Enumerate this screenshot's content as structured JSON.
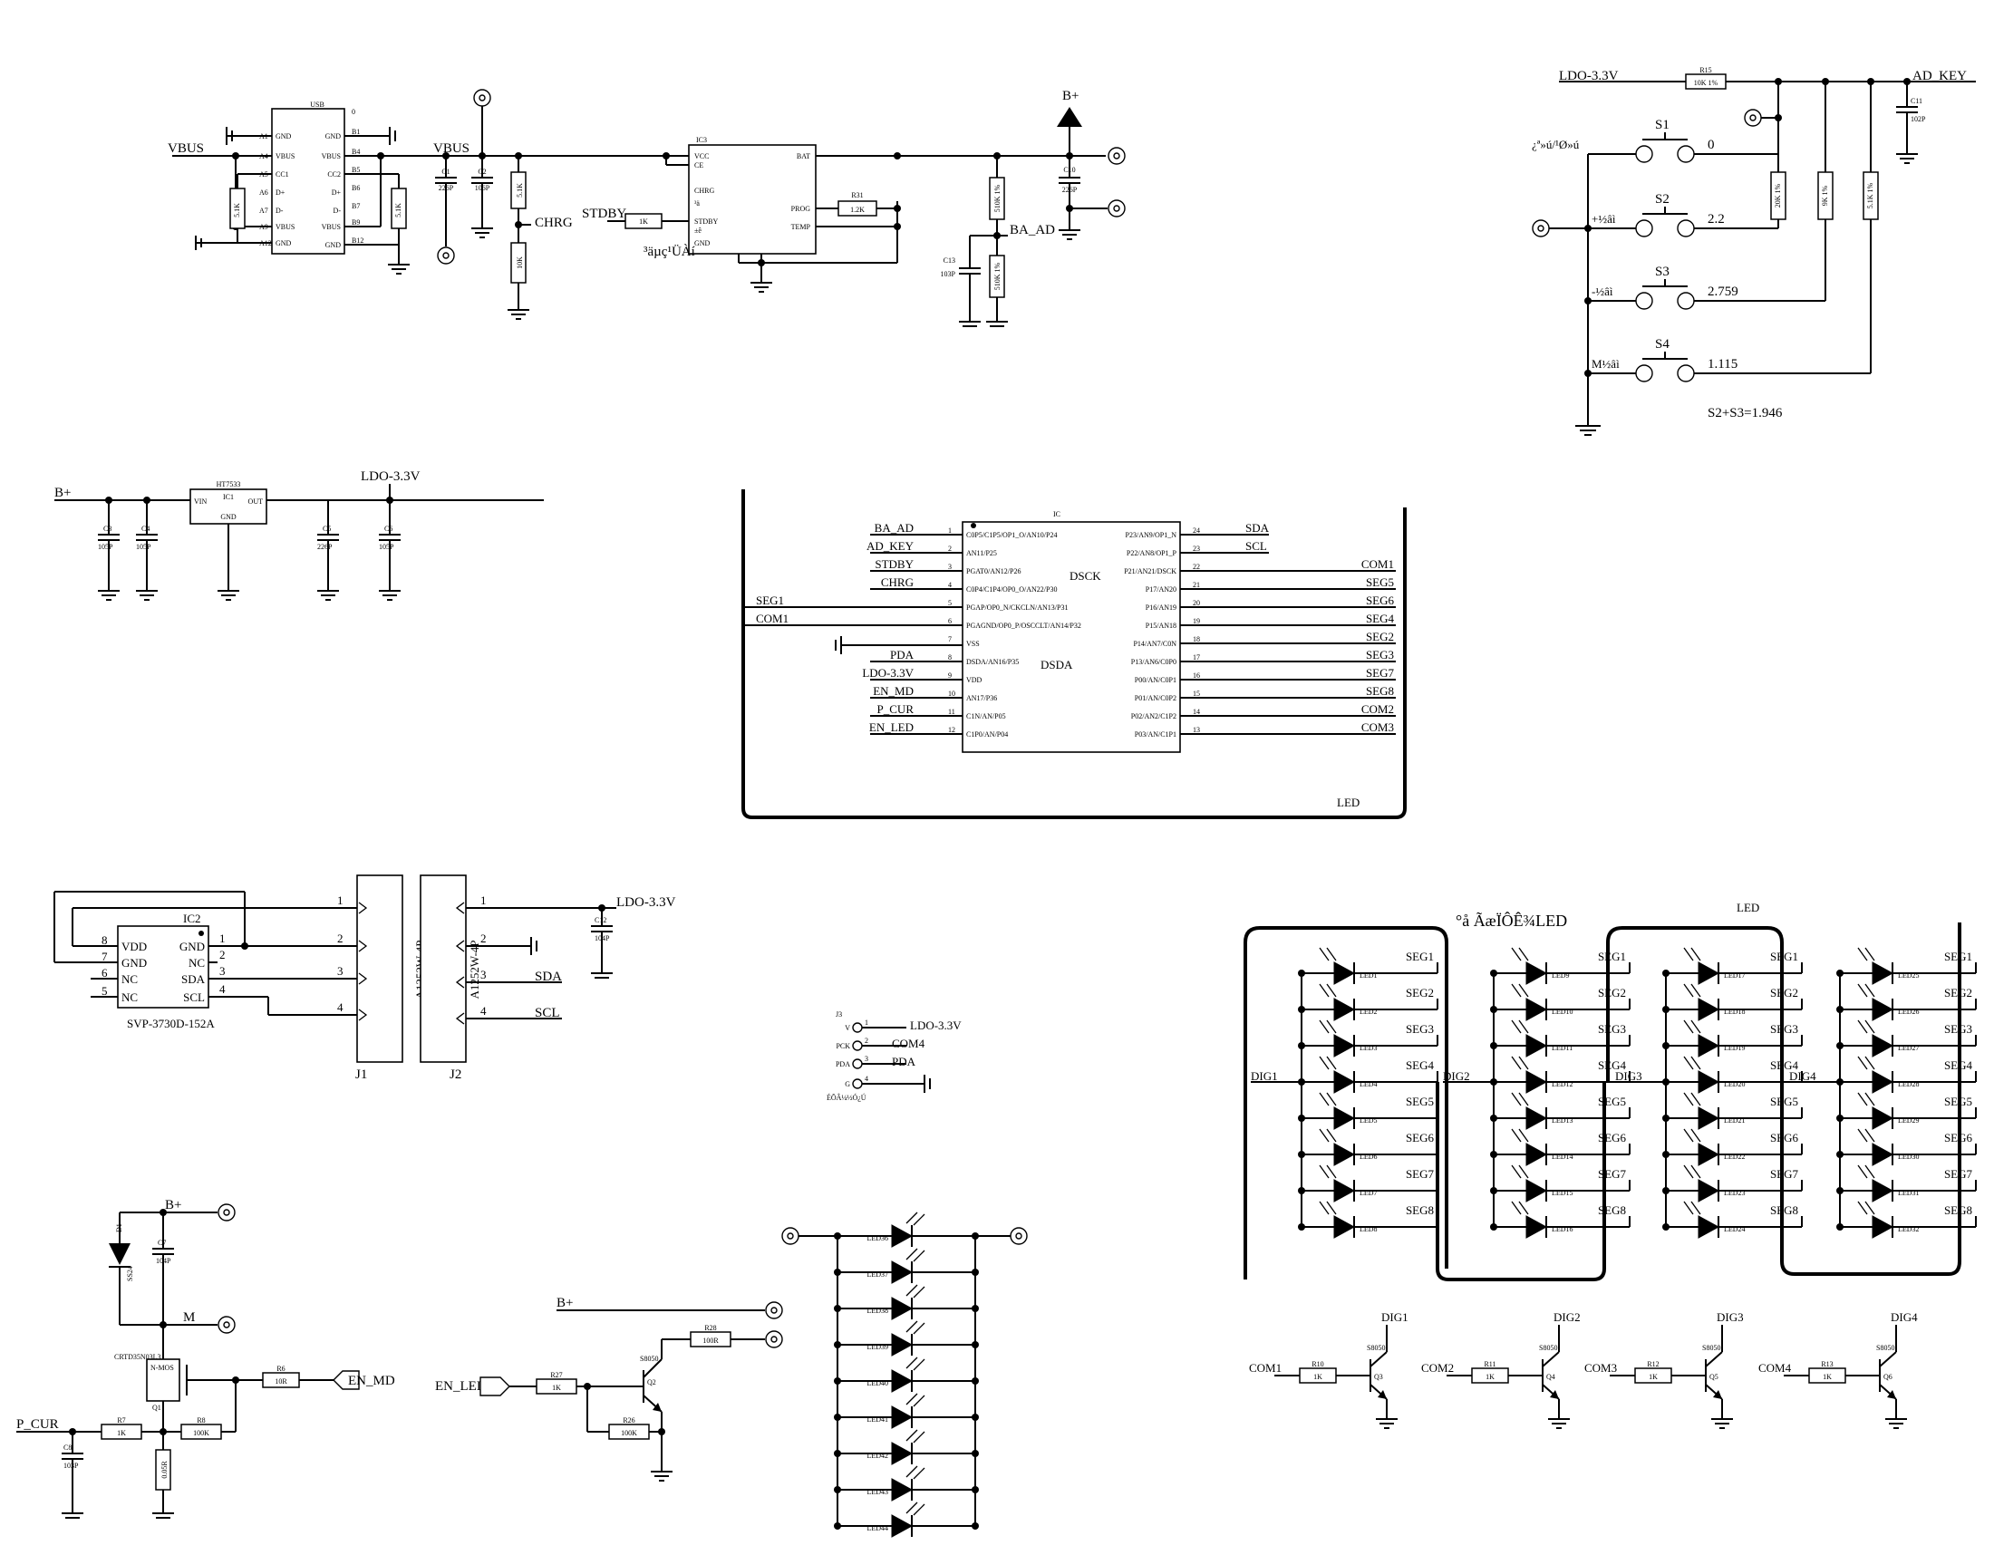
{
  "usb": {
    "ref": "USB",
    "left_pins": [
      "A1",
      "A4",
      "A5",
      "A6",
      "A7",
      "A9",
      "A12"
    ],
    "left_names": [
      "GND",
      "VBUS",
      "CC1",
      "D+",
      "D-",
      "VBUS",
      "GND"
    ],
    "right_pins": [
      "0",
      "B1",
      "B4",
      "B5",
      "B6",
      "B7",
      "B9",
      "B12"
    ],
    "right_names": [
      "GND",
      "VBUS",
      "CC2",
      "D+",
      "D-",
      "VBUS",
      "GND"
    ],
    "vbus_left": "VBUS",
    "vbus_right": "VBUS",
    "r_left": "5.1K",
    "r_right": "5.1K"
  },
  "charger": {
    "ref": "IC3",
    "pins_left": [
      "VCC",
      "CE",
      "CHRG",
      "³ä",
      "STDBY",
      "±ê",
      "GND"
    ],
    "pins_right": [
      "BAT",
      "PROG",
      "TEMP"
    ],
    "c1": "C1",
    "c1v": "226P",
    "c2": "C2",
    "c2v": "106P",
    "r1v": "5.1K",
    "r2v": "10K",
    "chrg": "CHRG",
    "stdby": "STDBY",
    "r4": "1K",
    "r31": "R31",
    "r31v": "1.2K",
    "label": "³äµç¹ÜÀí",
    "r29v": "510K 1%",
    "r30v": "510K 1%",
    "c10": "C10",
    "c10v": "226P",
    "c13": "C13",
    "c13v": "103P",
    "bplus": "B+",
    "ba_ad": "BA_AD"
  },
  "keys": {
    "ldo": "LDO-3.3V",
    "r15": "R15",
    "r15v": "10K 1%",
    "ad_key": "AD_KEY",
    "c11": "C11",
    "c11v": "102P",
    "s1": "S1",
    "s2": "S2",
    "s3": "S3",
    "s4": "S4",
    "k1": "¿ª»ú/¹Ø»ú",
    "k2": "+½âì",
    "k3": "-½âì",
    "k4": "M½âì",
    "v1": "0",
    "v2": "2.2",
    "v3": "2.759",
    "v4": "1.115",
    "r16v": "20K 1%",
    "r17v": "9K 1%",
    "r18v": "5.1K 1%",
    "note": "S2+S3=1.946"
  },
  "ldo": {
    "bplus": "B+",
    "ic": "HT7533",
    "icref": "IC1",
    "vin": "VIN",
    "gnd": "GND",
    "out": "OUT",
    "out_label": "LDO-3.3V",
    "c3": "C3",
    "c3v": "105P",
    "c4": "C4",
    "c4v": "105P",
    "c5": "C5",
    "c5v": "226P",
    "c6": "C6",
    "c6v": "105P"
  },
  "mcu": {
    "ref": "IC",
    "left_nets": [
      "BA_AD",
      "AD_KEY",
      "STDBY",
      "CHRG",
      "SEG1",
      "COM1",
      "",
      "PDA",
      "LDO-3.3V",
      "EN_MD",
      "P_CUR",
      "EN_LED"
    ],
    "left_pins": [
      "C0P5/C1P5/OP1_O/AN10/P24",
      "AN11/P25",
      "PGAT0/AN12/P26",
      "C0P4/C1P4/OP0_O/AN22/P30",
      "PGAP/OP0_N/CKCLN/AN13/P31",
      "PGAGND/OP0_P/OSCCLT/AN14/P32",
      "VSS",
      "DSDA/AN16/P35",
      "VDD",
      "AN17/P36",
      "C1N/AN/P05",
      "C1P0/AN/P04"
    ],
    "right_nets": [
      "SDA",
      "SCL",
      "COM1",
      "SEG5",
      "SEG6",
      "SEG4",
      "SEG2",
      "SEG3",
      "SEG7",
      "SEG8",
      "COM2",
      "COM3"
    ],
    "right_pins": [
      "P23/AN9/OP1_N",
      "P22/AN8/OP1_P",
      "P21/AN21/DSCK",
      "P17/AN20",
      "P16/AN19",
      "P15/AN18",
      "P14/AN7/C0N",
      "P13/AN6/C0P0",
      "P00/AN/C0P1",
      "P01/AN/C0P2",
      "P02/AN2/C1P2",
      "P03/AN/C1P1"
    ],
    "dsck": "DSCK",
    "dsda": "DSDA",
    "led": "LED"
  },
  "sensor": {
    "ref": "IC2",
    "part": "SVP-3730D-152A",
    "left_nums": [
      "8",
      "7",
      "6",
      "5"
    ],
    "left_names": [
      "VDD",
      "GND",
      "NC",
      "NC"
    ],
    "right_nums": [
      "1",
      "2",
      "3",
      "4"
    ],
    "right_names": [
      "GND",
      "NC",
      "SDA",
      "SCL"
    ]
  },
  "conn": {
    "j1": "J1",
    "j2": "J2",
    "part": "A1252W-4P",
    "pins": [
      "1",
      "2",
      "3",
      "4"
    ],
    "ldo": "LDO-3.3V",
    "c12": "C12",
    "c12v": "104P",
    "sda": "SDA",
    "scl": "SCL"
  },
  "prog": {
    "ref": "J3",
    "pins": [
      "V",
      "PCK",
      "PDA",
      "G"
    ],
    "nets": [
      "LDO-3.3V",
      "COM4",
      "PDA",
      ""
    ],
    "note": "ÉÕÂ¼½Ó¿Ú"
  },
  "motor": {
    "bplus": "B+",
    "m": "M",
    "d": "D1",
    "dv": "SS24",
    "c7": "C7",
    "c7v": "104P",
    "q": "Q1",
    "qv": "CRTD35N03L3",
    "qnote": "N-MOS",
    "r6": "R6",
    "r6v": "10R",
    "en_md": "EN_MD",
    "p_cur": "P_CUR",
    "r7": "R7",
    "r7v": "1K",
    "r8": "R8",
    "r8v": "100K",
    "r9v": "0.05R",
    "c8": "C8",
    "c8v": "103P"
  },
  "ledsw": {
    "bplus": "B+",
    "en_led": "EN_LED",
    "r27": "R27",
    "r27v": "1K",
    "r28": "R28",
    "r28v": "100R",
    "r26": "R26",
    "r26v": "100K",
    "q": "Q2",
    "qv": "S8050",
    "leds": [
      "LED36",
      "LED37",
      "LED38",
      "LED39",
      "LED40",
      "LED41",
      "LED42",
      "LED43",
      "LED44"
    ]
  },
  "matrix": {
    "title": "°å ÃæÏÔÊ¾LED",
    "corner": "LED",
    "digs": [
      "DIG1",
      "DIG2",
      "DIG3",
      "DIG4"
    ],
    "segs": [
      "SEG1",
      "SEG2",
      "SEG3",
      "SEG4",
      "SEG5",
      "SEG6",
      "SEG7",
      "SEG8"
    ],
    "leds": [
      [
        "LED1",
        "LED2",
        "LED3",
        "LED4",
        "LED5",
        "LED6",
        "LED7",
        "LED8"
      ],
      [
        "LED9",
        "LED10",
        "LED11",
        "LED12",
        "LED13",
        "LED14",
        "LED15",
        "LED16"
      ],
      [
        "LED17",
        "LED18",
        "LED19",
        "LED20",
        "LED21",
        "LED22",
        "LED23",
        "LED24"
      ],
      [
        "LED25",
        "LED26",
        "LED27",
        "LED28",
        "LED29",
        "LED30",
        "LED31",
        "LED32"
      ]
    ]
  },
  "drivers": [
    {
      "com": "COM1",
      "r": "R10",
      "rv": "1K",
      "q": "Q3",
      "qv": "S8050",
      "dig": "DIG1"
    },
    {
      "com": "COM2",
      "r": "R11",
      "rv": "1K",
      "q": "Q4",
      "qv": "S8050",
      "dig": "DIG2"
    },
    {
      "com": "COM3",
      "r": "R12",
      "rv": "1K",
      "q": "Q5",
      "qv": "S8050",
      "dig": "DIG3"
    },
    {
      "com": "COM4",
      "r": "R13",
      "rv": "1K",
      "q": "Q6",
      "qv": "S8050",
      "dig": "DIG4"
    }
  ]
}
